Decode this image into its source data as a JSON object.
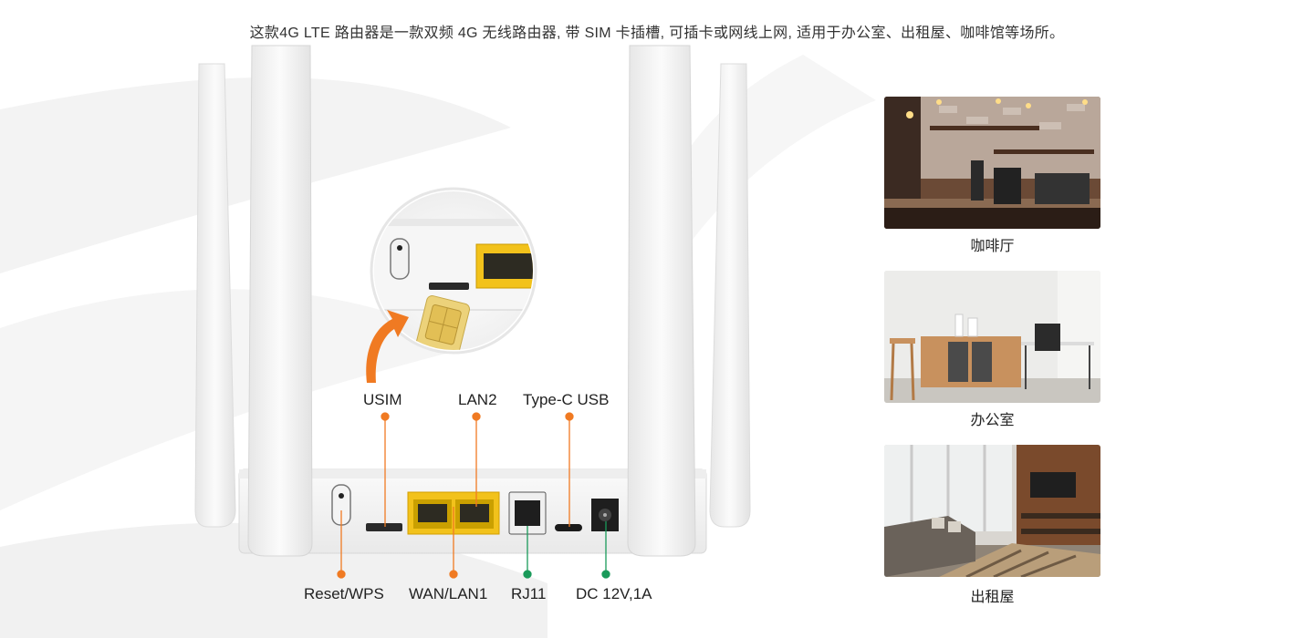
{
  "headline": "这款4G LTE 路由器是一款双频 4G 无线路由器, 带 SIM 卡插槽, 可插卡或网线上网, 适用于办公室、出租屋、咖啡馆等场所。",
  "ports_top": {
    "usim": "USIM",
    "lan2": "LAN2",
    "typec": "Type-C USB"
  },
  "ports_bottom": {
    "reset": "Reset/WPS",
    "wan": "WAN/LAN1",
    "rj11": "RJ11",
    "dc": "DC 12V,1A"
  },
  "scenes": [
    {
      "caption": "咖啡厅"
    },
    {
      "caption": "办公室"
    },
    {
      "caption": "出租屋"
    }
  ],
  "colors": {
    "accent_orange": "#f07a22",
    "accent_green": "#1a9a5a",
    "port_yellow": "#f2c21b"
  }
}
